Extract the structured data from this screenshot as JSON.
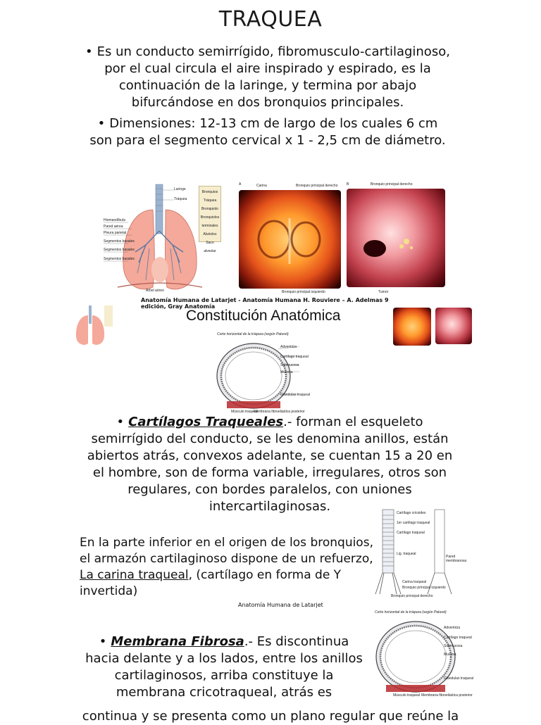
{
  "title": "TRAQUEA",
  "intro": {
    "bullet1": "Es un conducto semirrígido, fibromusculo-cartilaginoso, por el cual circula el aire inspirado y espirado, es la continuación de la laringe,  y termina por abajo bifurcándose en dos bronquios principales.",
    "bullet2": "Dimensiones: 12-13 cm de largo de los cuales 6 cm son para el segmento cervical x 1 - 2,5 cm de diámetro."
  },
  "figures": {
    "endo_label_a": "A",
    "endo_label_b": "B",
    "carina": "Carina",
    "bronquio_izq_top": "Bronquio principal derecho",
    "bronquio_der": "Bronquio principal derecho",
    "bronquio_izq": "Bronquio principal izquierdo",
    "tumor": "Tumor",
    "lungs_left": [
      "Hiomandíbula",
      "Pared aérea",
      "Pleura parietal",
      "Segmentos basales",
      "Segmentos basales",
      "Segmentos basales"
    ],
    "lungs_right": [
      "Laringe",
      "Tráquea"
    ],
    "chart_box": [
      "Bronquios",
      "Tráquea",
      "Bronquiolo",
      "Bronquiolos terminales",
      "Alvéolos",
      "Saco alveolar"
    ],
    "bottom_label": "Árbol aéreo",
    "source_caption": "Anatomía Humana de Latarjet - Anatomía Humana H. Rouviere – A. Adelmas 9 edición, Gray Anatomía"
  },
  "section_heading": "Constitución Anatómica",
  "ring_figure": {
    "title": "Corte horizontal de la tráquea (según Paturet)",
    "labels": [
      "Adventicia",
      "Cartílago traqueal",
      "Submucosa",
      "Mucosa",
      "Glándulas traqueal",
      "Membrana fibroelástica posterior",
      "Músculo traqueal"
    ]
  },
  "cartilagos": {
    "term": "Cartílagos Traqueales",
    "text": ".- forman el esqueleto semirrígido del conducto, se les denomina anillos, están abiertos atrás, convexos adelante, se cuentan  15 a 20 en el hombre, son de forma variable, irregulares, otros son regulares, con bordes paralelos, con uniones intercartilaginosas."
  },
  "carina_para": {
    "pre": "En la parte inferior en el origen de los bronquios, el armazón cartilaginoso dispone de un refuerzo, ",
    "link": "La carina traqueal",
    "post": ", (cartílago en forma de Y invertida)"
  },
  "trachea_figure": {
    "labels": [
      "Cartílago cricoides",
      "1er cartílago traqueal",
      "Cartílago traqueal",
      "Lig. traqueal",
      "Pared membranosa",
      "Carina traqueal",
      "Bronquio principal izquierdo",
      "Bronquio principal derecho"
    ]
  },
  "latarjet_caption": "Anatomía Humana de Latarjet",
  "membrana": {
    "term": "Membrana Fibrosa",
    "text": ".- Es discontinua hacia delante y a los lados, entre los anillos cartilaginosos, arriba constituye la membrana cricotraqueal, atrás es",
    "continuation": "continua y se presenta como un plano regular que reúne la"
  },
  "colors": {
    "cartilage_red": "#b8282b",
    "lung_pink": "#f4a99a",
    "text": "#111111"
  }
}
